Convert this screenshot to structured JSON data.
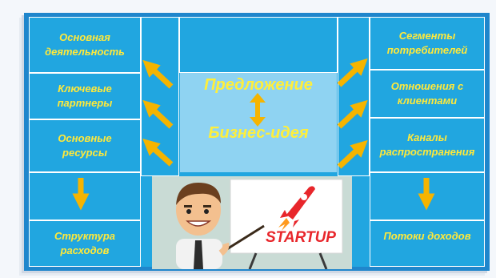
{
  "blocks": {
    "key_activities": "Основная\nдеятельность",
    "key_partners": "Ключевые\nпартнеры",
    "key_resources": "Основные\nресурсы",
    "cost_structure": "Структура\nрасходов",
    "customer_segments": "Сегменты\nпотребителей",
    "customer_relationships": "Отношения с\nклиентами",
    "channels": "Каналы\nраспространения",
    "revenue_streams": "Потоки доходов",
    "value_proposition": "Предложение",
    "business_idea": "Бизнес-идея"
  },
  "illustration": {
    "sign_text": "STARTUP"
  },
  "colors": {
    "cell_blue": "#21a6e0",
    "label_yellow": "#ffe93a",
    "arrow_orange": "#f5b400",
    "center_light": "#8fd3f2"
  }
}
